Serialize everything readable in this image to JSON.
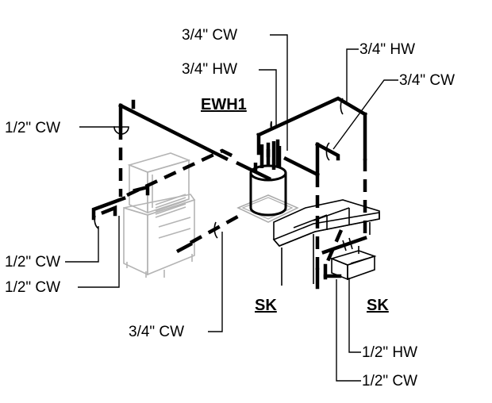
{
  "labels": {
    "cw_top": "3/4\" CW",
    "hw_top": "3/4\" HW",
    "hw_right": "3/4\" HW",
    "cw_right": "3/4\" CW",
    "cw_left": "1/2\" CW",
    "cw_lower_1": "1/2\" CW",
    "cw_lower_2": "1/2\" CW",
    "cw_bottom": "3/4\" CW",
    "hw_sink": "1/2\" HW",
    "cw_sink": "1/2\" CW"
  },
  "titles": {
    "heater": "EWH1",
    "sink_1": "SK",
    "sink_2": "SK"
  }
}
